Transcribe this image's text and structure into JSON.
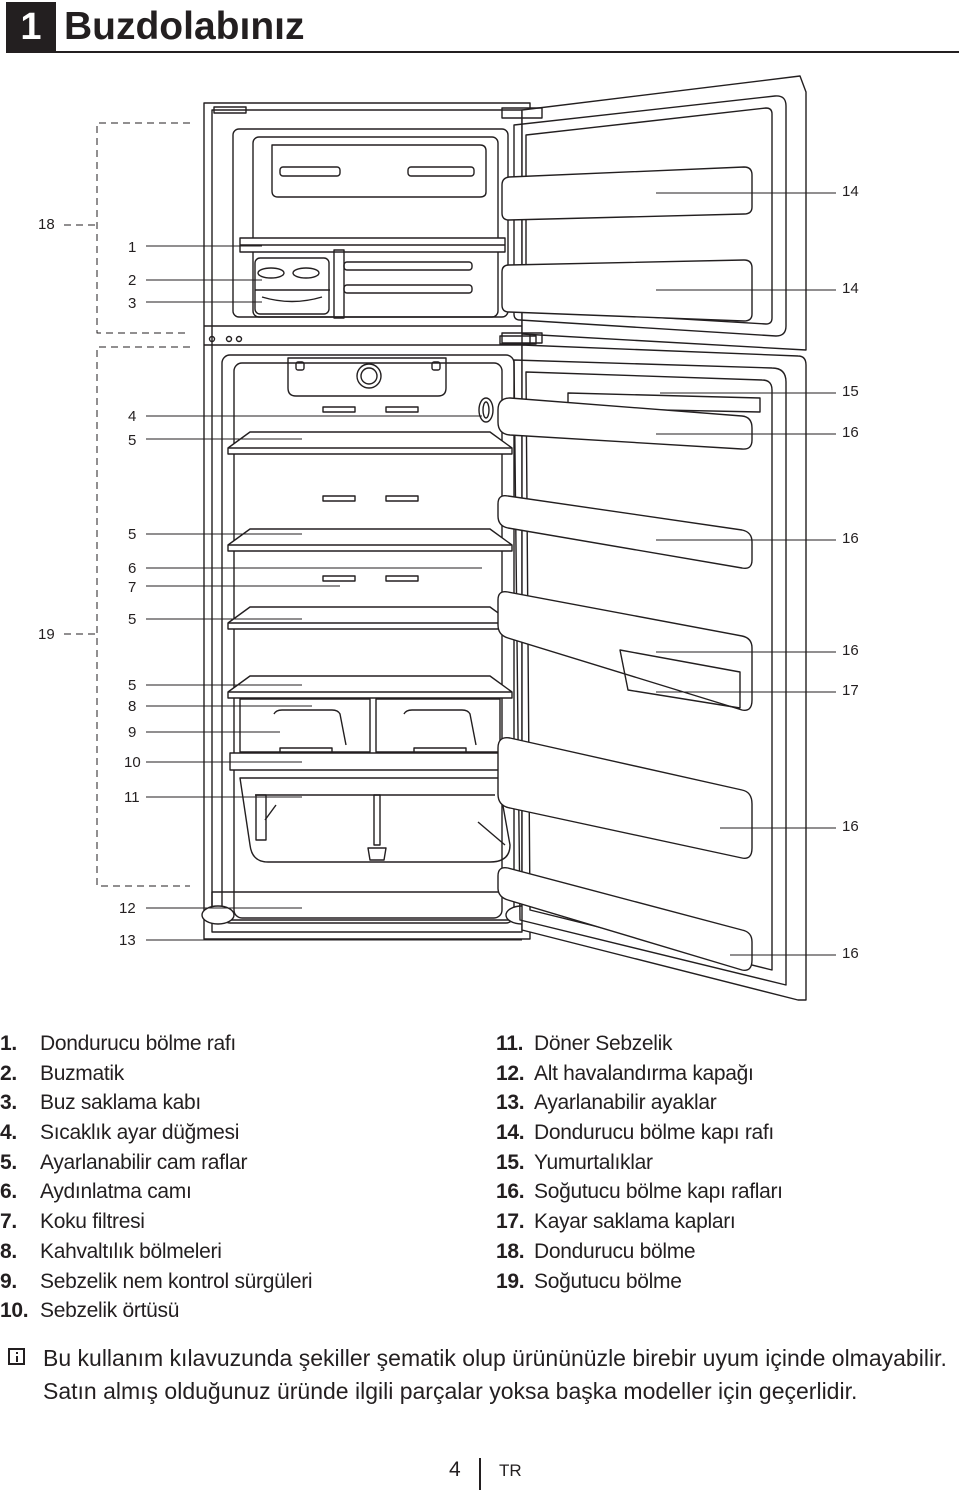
{
  "header": {
    "number": "1",
    "title": "Buzdolabınız"
  },
  "diagram": {
    "left_callouts": [
      "18",
      "1",
      "2",
      "3",
      "4",
      "5",
      "5",
      "6",
      "7",
      "5",
      "19",
      "5",
      "8",
      "9",
      "10",
      "11",
      "12",
      "13"
    ],
    "right_callouts": [
      "14",
      "14",
      "15",
      "16",
      "16",
      "16",
      "17",
      "16",
      "16"
    ]
  },
  "legend": {
    "left": [
      {
        "num": "1.",
        "text": "Dondurucu bölme rafı"
      },
      {
        "num": "2.",
        "text": "Buzmatik"
      },
      {
        "num": "3.",
        "text": "Buz saklama kabı"
      },
      {
        "num": "4.",
        "text": "Sıcaklık ayar düğmesi"
      },
      {
        "num": "5.",
        "text": "Ayarlanabilir cam raflar"
      },
      {
        "num": "6.",
        "text": "Aydınlatma camı"
      },
      {
        "num": "7.",
        "text": "Koku filtresi"
      },
      {
        "num": "8.",
        "text": "Kahvaltılık bölmeleri"
      },
      {
        "num": "9.",
        "text": "Sebzelik nem kontrol sürgüleri"
      },
      {
        "num": "10.",
        "text": "Sebzelik örtüsü"
      }
    ],
    "right": [
      {
        "num": "11.",
        "text": "Döner Sebzelik"
      },
      {
        "num": "12.",
        "text": "Alt havalandırma kapağı"
      },
      {
        "num": "13.",
        "text": "Ayarlanabilir ayaklar"
      },
      {
        "num": "14.",
        "text": "Dondurucu bölme kapı rafı"
      },
      {
        "num": "15.",
        "text": "Yumurtalıklar"
      },
      {
        "num": "16.",
        "text": "Soğutucu bölme kapı rafları"
      },
      {
        "num": "17.",
        "text": "Kayar saklama kapları"
      },
      {
        "num": "18.",
        "text": "Dondurucu bölme"
      },
      {
        "num": "19.",
        "text": "Soğutucu bölme"
      }
    ]
  },
  "note": {
    "icon": "info-icon",
    "text": "Bu kullanım kılavuzunda şekiller şematik olup ürününüzle birebir uyum içinde olmayabilir. Satın almış olduğunuz üründe ilgili parçalar yoksa başka modeller için geçerlidir."
  },
  "footer": {
    "page": "4",
    "lang": "TR"
  }
}
